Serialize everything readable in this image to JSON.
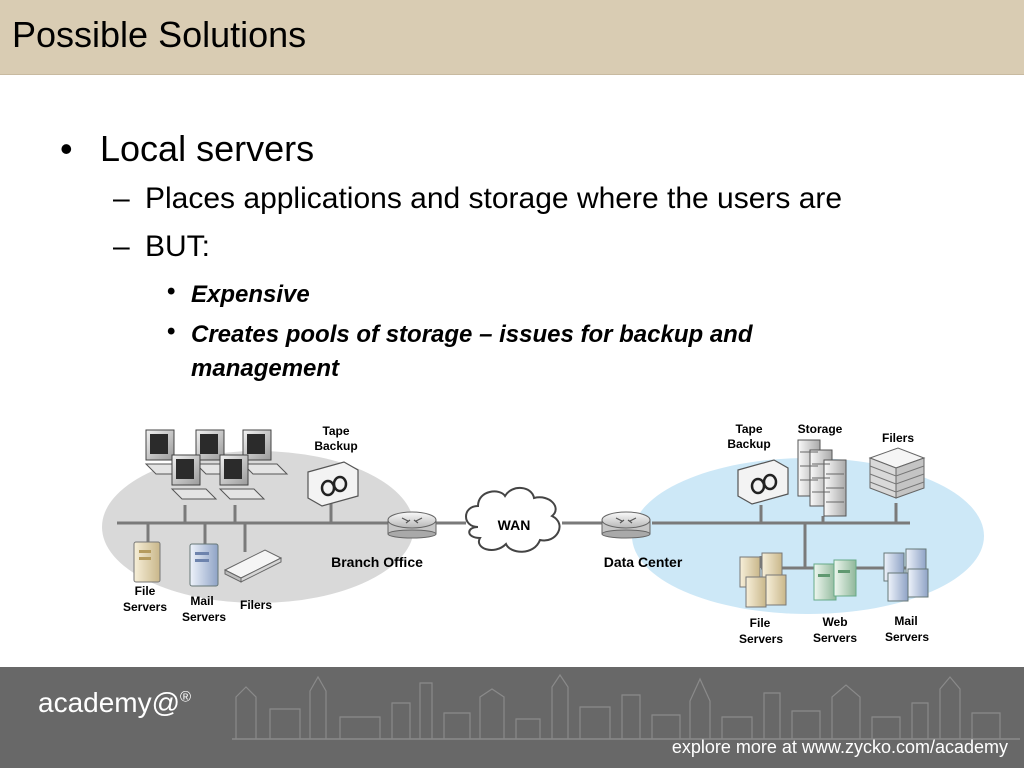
{
  "slide": {
    "title": "Possible Solutions",
    "bullets": {
      "b1": "Local servers",
      "b1_1": "Places applications and storage where the users are",
      "b1_2": "BUT:",
      "b1_2_1": "Expensive",
      "b1_2_2": "Creates pools of storage – issues for backup and management"
    }
  },
  "diagram": {
    "branch": {
      "label": "Branch Office",
      "tape_backup": [
        "Tape",
        "Backup"
      ],
      "file_servers": [
        "File",
        "Servers"
      ],
      "mail_servers": [
        "Mail",
        "Servers"
      ],
      "filers": "Filers"
    },
    "wan": "WAN",
    "datacenter": {
      "label": "Data Center",
      "tape_backup": [
        "Tape",
        "Backup"
      ],
      "storage": "Storage",
      "filers": "Filers",
      "file_servers": [
        "File",
        "Servers"
      ],
      "web_servers": [
        "Web",
        "Servers"
      ],
      "mail_servers": [
        "Mail",
        "Servers"
      ]
    },
    "colors": {
      "branch_cloud": "#d9d9d9",
      "dc_cloud": "#cde8f7",
      "wire": "#7a7a7a"
    }
  },
  "footer": {
    "brand": "academy@",
    "registered": "®",
    "tagline": "explore more at www.zycko.com/academy"
  }
}
